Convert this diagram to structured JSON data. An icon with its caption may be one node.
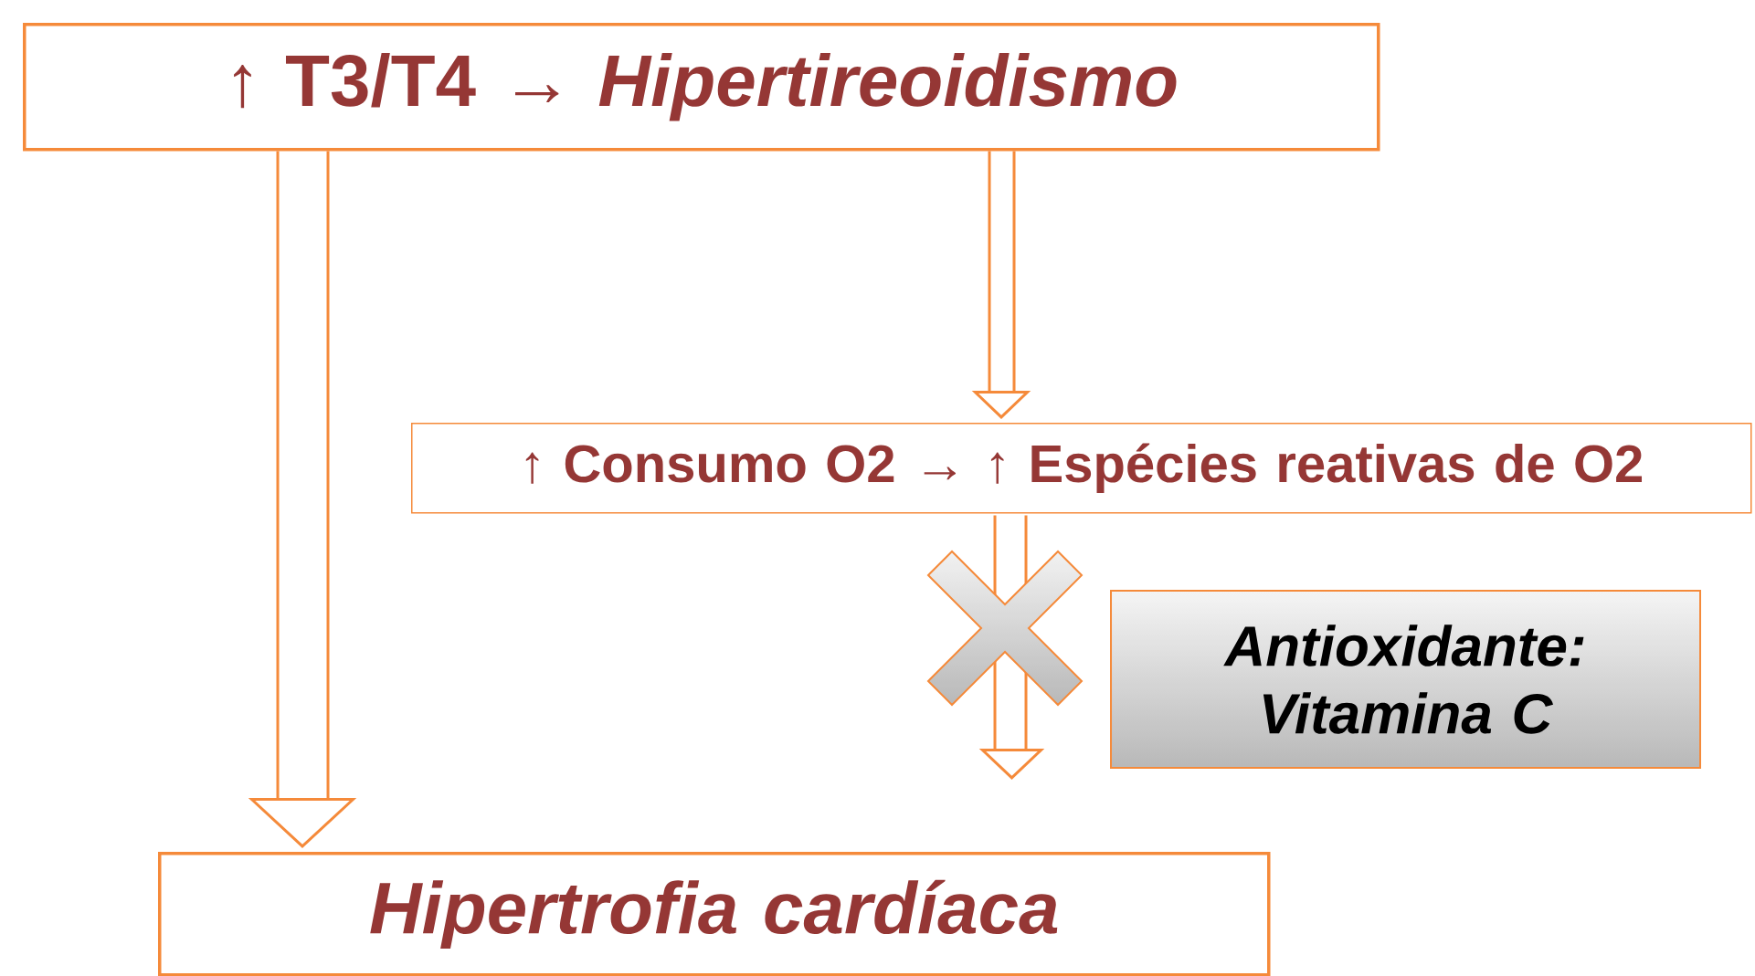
{
  "diagram": {
    "nodes": [
      {
        "text": [
          "↑ T3/T4 → *Hipertireoidismo*"
        ]
      },
      {
        "text": [
          "↑ Consumo O2 → ↑ Espécies reativas de O2"
        ]
      },
      {
        "text": [
          "Antioxidante: Vitamina C"
        ]
      },
      {
        "text": [
          "Hipertrofia cardíaca"
        ]
      }
    ],
    "edges": [
      {
        "from": 0,
        "to": 3,
        "arrow": "to"
      },
      {
        "from": 0,
        "to": 1,
        "arrow": "to"
      },
      {
        "from": 1,
        "to": null,
        "arrow": "to"
      }
    ]
  }
}
